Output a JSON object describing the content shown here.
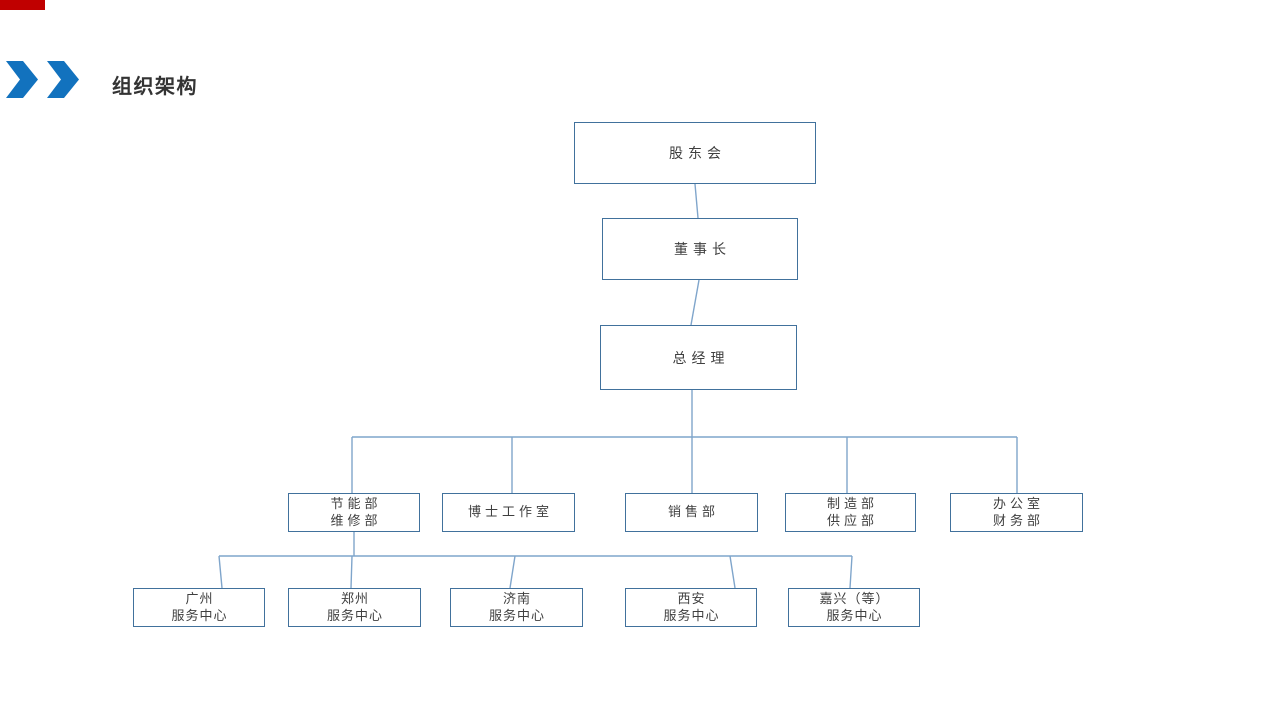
{
  "slide": {
    "title": "组织架构"
  },
  "colors": {
    "chevron": "#1272BE",
    "accentRed": "#C00000",
    "boxBorder": "#41719C",
    "line": "#7FA5CB",
    "text": "#3F3F3F",
    "title": "#333333"
  },
  "org": {
    "level1": {
      "shareholders": {
        "label": "股东会"
      }
    },
    "level2": {
      "chairman": {
        "label": "董事长"
      }
    },
    "level3": {
      "gm": {
        "label": "总经理"
      }
    },
    "departments": {
      "energy": {
        "lines": [
          "节能部",
          "维修部"
        ]
      },
      "doctor": {
        "label": "博士工作室"
      },
      "sales": {
        "label": "销售部"
      },
      "mfg": {
        "lines": [
          "制造部",
          "供应部"
        ]
      },
      "office": {
        "lines": [
          "办公室",
          "财务部"
        ]
      }
    },
    "centers": {
      "guangzhou": {
        "lines": [
          "广州",
          "服务中心"
        ]
      },
      "zhengzhou": {
        "lines": [
          "郑州",
          "服务中心"
        ]
      },
      "jinan": {
        "lines": [
          "济南",
          "服务中心"
        ]
      },
      "xian": {
        "lines": [
          "西安",
          "服务中心"
        ]
      },
      "jiaxing": {
        "lines": [
          "嘉兴（等）",
          "服务中心"
        ]
      }
    }
  }
}
